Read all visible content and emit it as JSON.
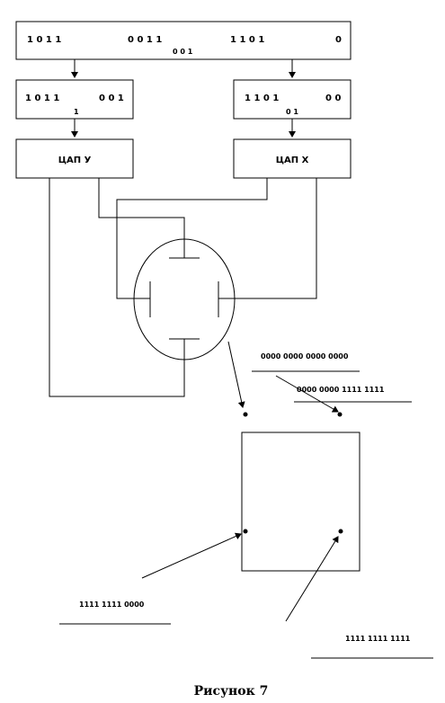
{
  "top_register": {
    "field1": "1 0 1 1",
    "field2": "0 0 1 1",
    "field2_sub": "0 0 1",
    "field3": "1 1 0 1",
    "field4": "0"
  },
  "left_register": {
    "bits": "1 0 1 1",
    "tail": "0 0 1",
    "sub": "1"
  },
  "right_register": {
    "bits": "1 1 0 1",
    "tail": "0 0",
    "sub": "0 1"
  },
  "dac_y": "ЦАП У",
  "dac_x": "ЦАП Х",
  "codes": {
    "upper_left": "0000  0000  0000  0000",
    "upper_right": "0000  0000  1111  1111",
    "lower_left": "1111  1111  0000",
    "lower_right": "1111  1111  1111"
  },
  "caption": "Рисунок 7"
}
